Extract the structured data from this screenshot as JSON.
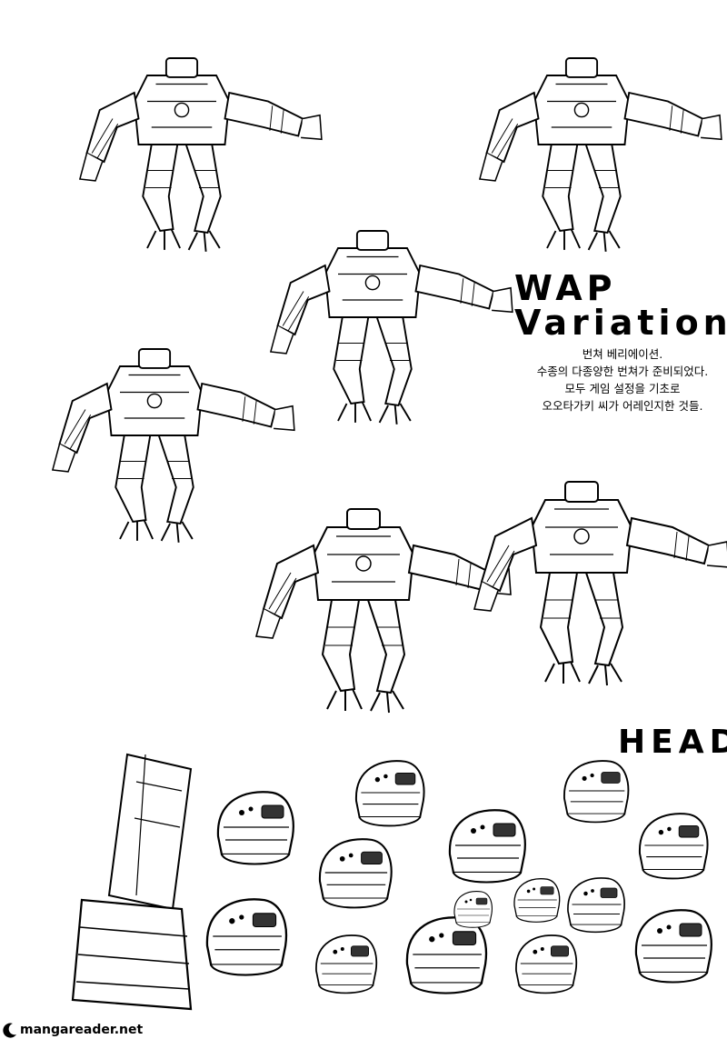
{
  "heading": {
    "line1": "WAP",
    "line2": "Variation"
  },
  "description": [
    "번쳐 베리에이션.",
    "수종의 다종양한 번쳐가 준비되었다.",
    "모두 게임 설정을 기초로",
    "오오타가키 씨가 어레인지한 것들."
  ],
  "section_label": "HEAD",
  "watermark": "mangareader.net",
  "illustrations": {
    "mechs": [
      "mech-1",
      "mech-2",
      "mech-3",
      "mech-4",
      "mech-5",
      "mech-6"
    ],
    "heads_count": 14
  }
}
